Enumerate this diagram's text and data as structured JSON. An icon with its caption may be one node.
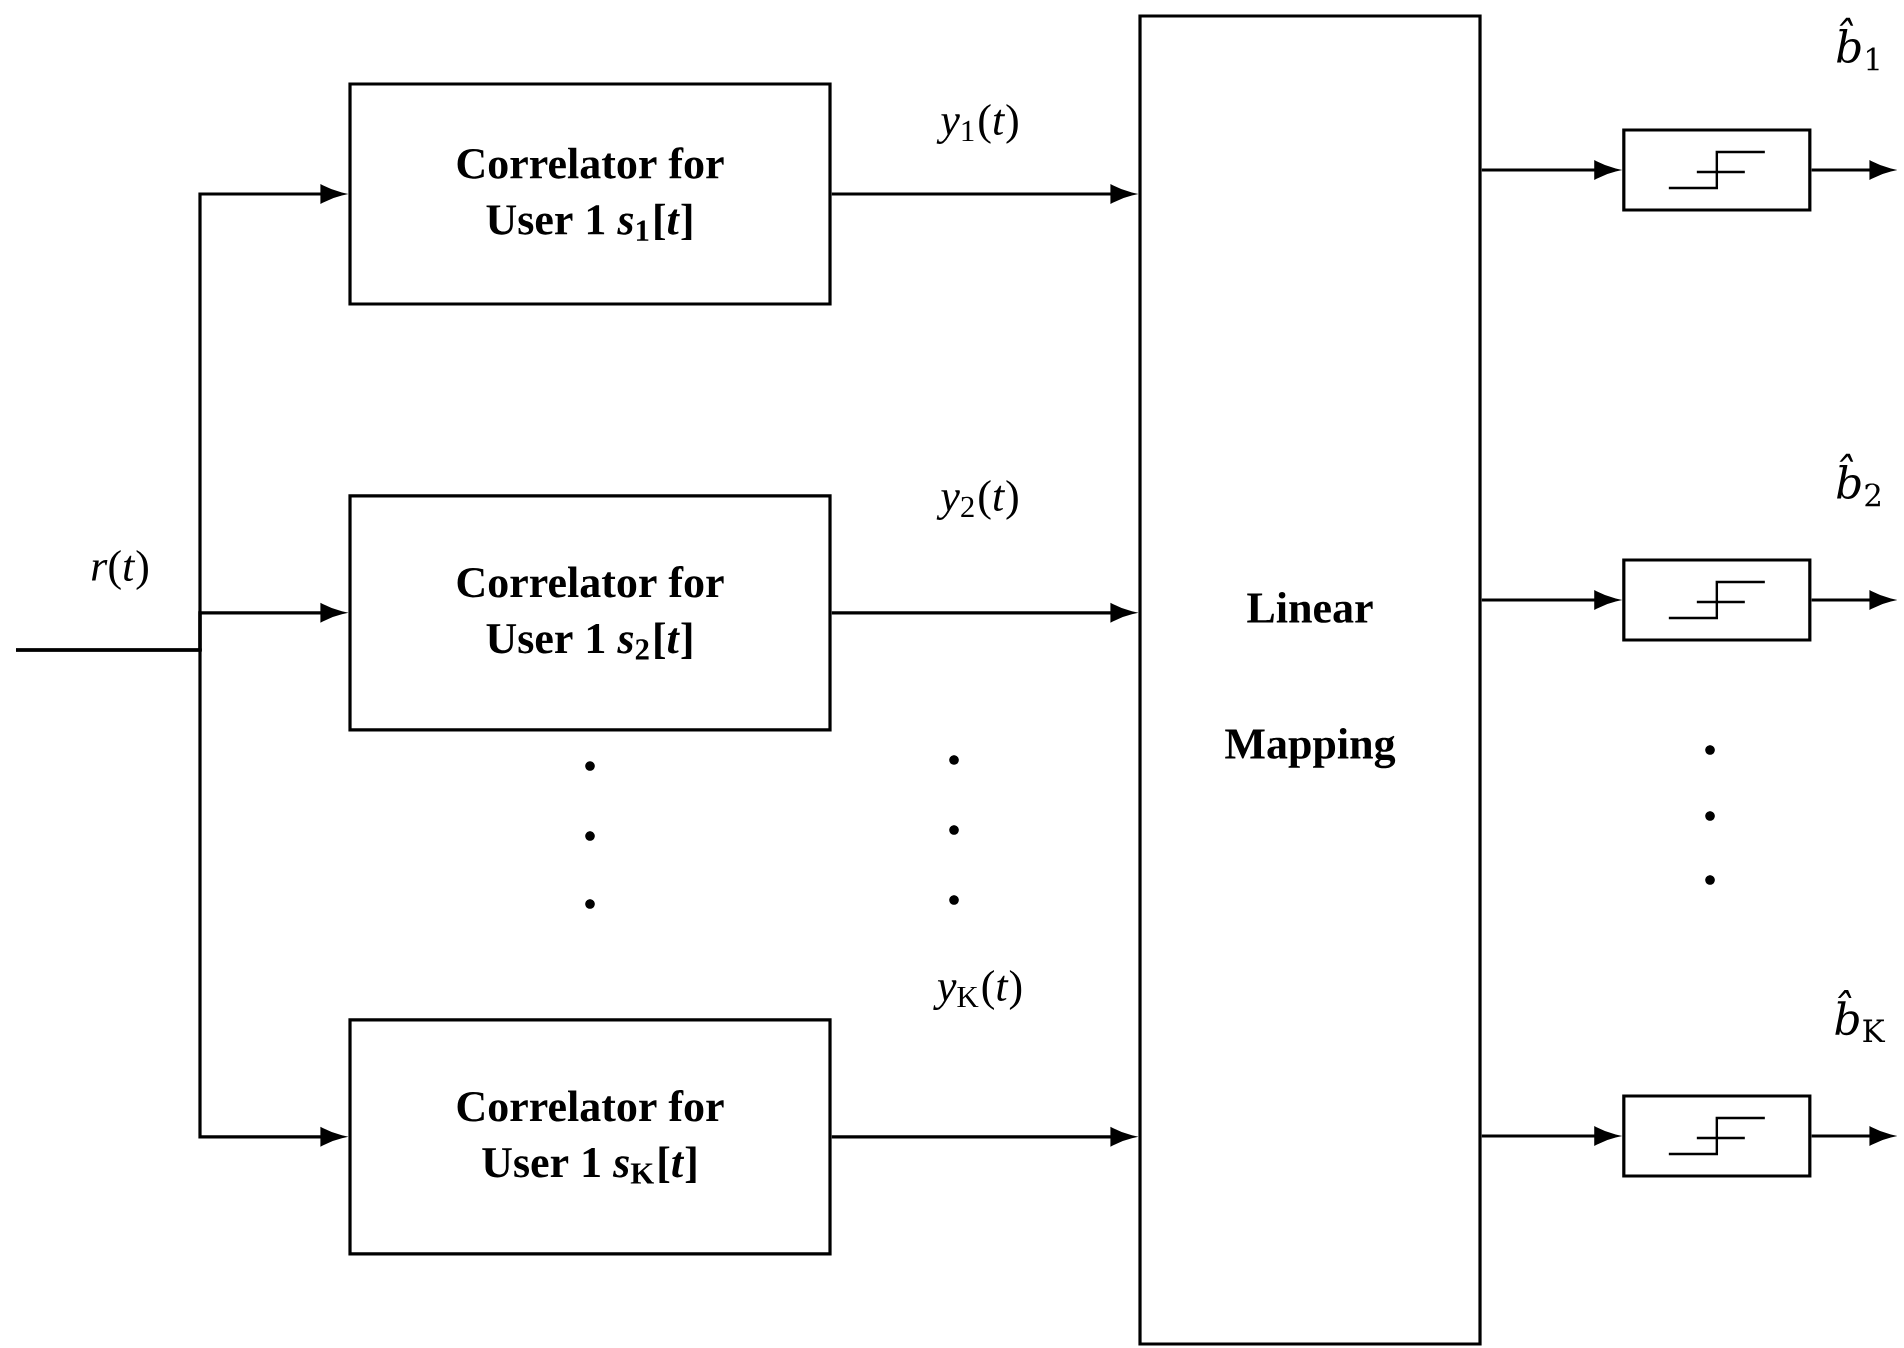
{
  "diagram": {
    "nodes": [
      {
        "text": [
          "Correlator for User 1 *s*$_{1}$[*t*]"
        ]
      },
      {
        "text": [
          "Correlator for User 1 *s*$_{2}$[*t*]"
        ]
      },
      {
        "text": [
          "Correlator for User 1 *s*$_{K}$[*t*]"
        ]
      },
      {
        "text": [
          "Linear Mapping"
        ]
      },
      {
        "text": [],
        "shape": "box"
      },
      {
        "text": [],
        "shape": "box"
      },
      {
        "text": [],
        "shape": "box"
      }
    ],
    "edges": [
      {
        "from": null,
        "to": 0,
        "arrow": "to"
      },
      {
        "from": null,
        "to": 1,
        "arrow": "to"
      },
      {
        "from": null,
        "to": 2,
        "arrow": "to"
      },
      {
        "from": 0,
        "to": 3,
        "arrow": "to",
        "label": "*y*$_{1}$(*t*)"
      },
      {
        "from": 1,
        "to": 3,
        "arrow": "to",
        "label": "*y*$_{2}$(*t*)"
      },
      {
        "from": 2,
        "to": 3,
        "arrow": "to",
        "label": "*y*$_{K}$(*t*)"
      },
      {
        "from": 3,
        "to": 4,
        "arrow": "to"
      },
      {
        "from": 3,
        "to": 5,
        "arrow": "to"
      },
      {
        "from": 3,
        "to": 6,
        "arrow": "to"
      },
      {
        "from": 4,
        "to": null,
        "arrow": "to",
        "label": "*b̂*$_{1}$"
      },
      {
        "from": 5,
        "to": null,
        "arrow": "to",
        "label": "*b̂*$_{2}$"
      },
      {
        "from": 6,
        "to": null,
        "arrow": "to",
        "label": "*b̂*$_{K}$"
      }
    ],
    "labels": [
      "*r*(*t*)"
    ]
  }
}
